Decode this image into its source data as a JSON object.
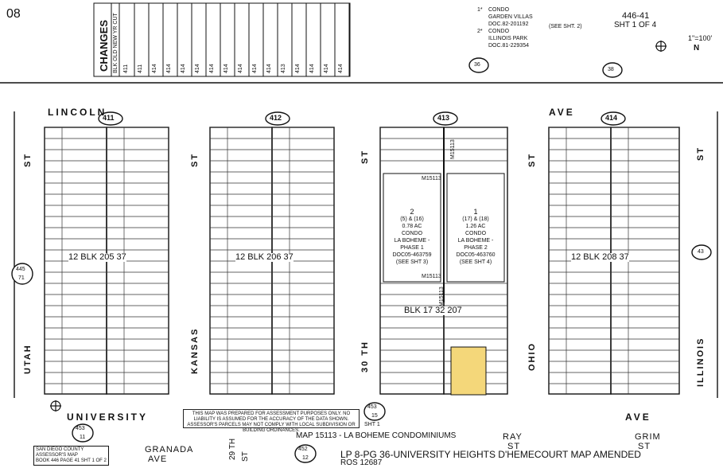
{
  "page": {
    "corner_number": "08",
    "book_page": "446-41",
    "sheet": "SHT 1 OF 4",
    "scale": "1\"=100'",
    "north": "N"
  },
  "changes": {
    "title": "CHANGES",
    "columns": [
      "BLK",
      "OLD",
      "NEW",
      "YR",
      "CUT"
    ],
    "rows": [
      [
        "411",
        "",
        "",
        "",
        ""
      ],
      [
        "411",
        "",
        "",
        "",
        ""
      ],
      [
        "414",
        "",
        "",
        "",
        ""
      ],
      [
        "414",
        "",
        "",
        "",
        ""
      ],
      [
        "414",
        "",
        "",
        "",
        ""
      ],
      [
        "414",
        "",
        "",
        "",
        ""
      ],
      [
        "414",
        "",
        "",
        "",
        ""
      ],
      [
        "414",
        "",
        "",
        "",
        ""
      ],
      [
        "414",
        "",
        "",
        "",
        ""
      ],
      [
        "414",
        "",
        "",
        "",
        ""
      ],
      [
        "414",
        "",
        "",
        "",
        ""
      ],
      [
        "413",
        "",
        "",
        "",
        ""
      ],
      [
        "414",
        "",
        "",
        "",
        ""
      ],
      [
        "414",
        "",
        "",
        "",
        ""
      ],
      [
        "414",
        "",
        "",
        "",
        ""
      ],
      [
        "414",
        "",
        "",
        "",
        ""
      ]
    ]
  },
  "legend": {
    "items": [
      {
        "num": "1*",
        "text": "CONDO"
      },
      {
        "num": "",
        "text": "GARDEN VILLAS"
      },
      {
        "num": "",
        "text": "DOC.82-201192"
      },
      {
        "num": "2*",
        "text": "CONDO"
      },
      {
        "num": "",
        "text": "ILLINOIS PARK"
      },
      {
        "num": "",
        "text": "DOC.81-229354"
      }
    ],
    "see_sheet": "(SEE SHT. 2)"
  },
  "streets": {
    "lincoln": "LINCOLN",
    "ave_top": "AVE",
    "university": "UNIVERSITY",
    "ave_bottom": "AVE",
    "utah": "UTAH",
    "st_utah": "ST",
    "kansas": "KANSAS",
    "st_kansas": "ST",
    "thirtieth": "30 TH",
    "st_30": "ST",
    "ohio": "OHIO",
    "st_ohio": "ST",
    "illinois": "ILLINOIS",
    "st_illinois": "ST",
    "granada": "GRANADA",
    "granada_ave": "AVE",
    "twenty_ninth": "29 TH",
    "twenty_ninth_st": "ST",
    "ray": "RAY",
    "ray_st": "ST",
    "grim": "GRIM",
    "grim_st": "ST"
  },
  "blocks": [
    {
      "id": "411",
      "label": "12  BLK  205  37"
    },
    {
      "id": "412",
      "label": "12  BLK  206  37"
    },
    {
      "id": "413",
      "label": "BLK  17  32  207"
    },
    {
      "id": "414",
      "label": "12  BLK  208  37"
    }
  ],
  "page_refs": {
    "left_445": "445",
    "left_71": "71",
    "top_36": "36",
    "top_38": "38",
    "right_43": "43",
    "bottom_453a": "453",
    "bottom_11": "11",
    "bottom_453b": "453",
    "bottom_15": "15",
    "bottom_sht1": "SHT 1",
    "bottom_452": "452",
    "bottom_12": "12"
  },
  "condos": [
    {
      "lot": "2",
      "sub": "(5) & (16)",
      "acres": "0.78 AC",
      "type": "CONDO",
      "name": "LA BOHEME - PHASE 1",
      "doc": "DOC05-463759",
      "see": "(SEE SHT 3)"
    },
    {
      "lot": "1",
      "sub": "(17) & (18)",
      "acres": "1.26 AC",
      "type": "CONDO",
      "name": "LA BOHEME - PHASE 2",
      "doc": "DOC05-463760",
      "see": "(SEE SHT 4)"
    }
  ],
  "disclaimer": "THIS MAP WAS PREPARED FOR ASSESSMENT PURPOSES ONLY. NO LIABILITY IS ASSUMED FOR THE ACCURACY OF THE DATA SHOWN. ASSESSOR'S PARCELS MAY NOT COMPLY WITH LOCAL SUBDIVISION OR BUILDING ORDINANCES.",
  "assessor_box": {
    "line1": "SAN DIEGO COUNTY",
    "line2": "ASSESSOR'S MAP",
    "line3": "BOOK 446 PAGE 41 SHT 1 OF 2"
  },
  "footer": {
    "map": "MAP 15113 - LA BOHEME CONDOMINIUMS",
    "lp": "LP 8-PG 36-UNIVERSITY HEIGHTS  D'HEMECOURT MAP AMENDED",
    "ros": "ROS 12687"
  },
  "m_labels": {
    "m15113_a": "M15113",
    "m15113_b": "M15113",
    "m15113_c": "M15113",
    "m15113_d": "M15113"
  },
  "colors": {
    "highlight": "#f4d77a",
    "ink": "#111111"
  }
}
